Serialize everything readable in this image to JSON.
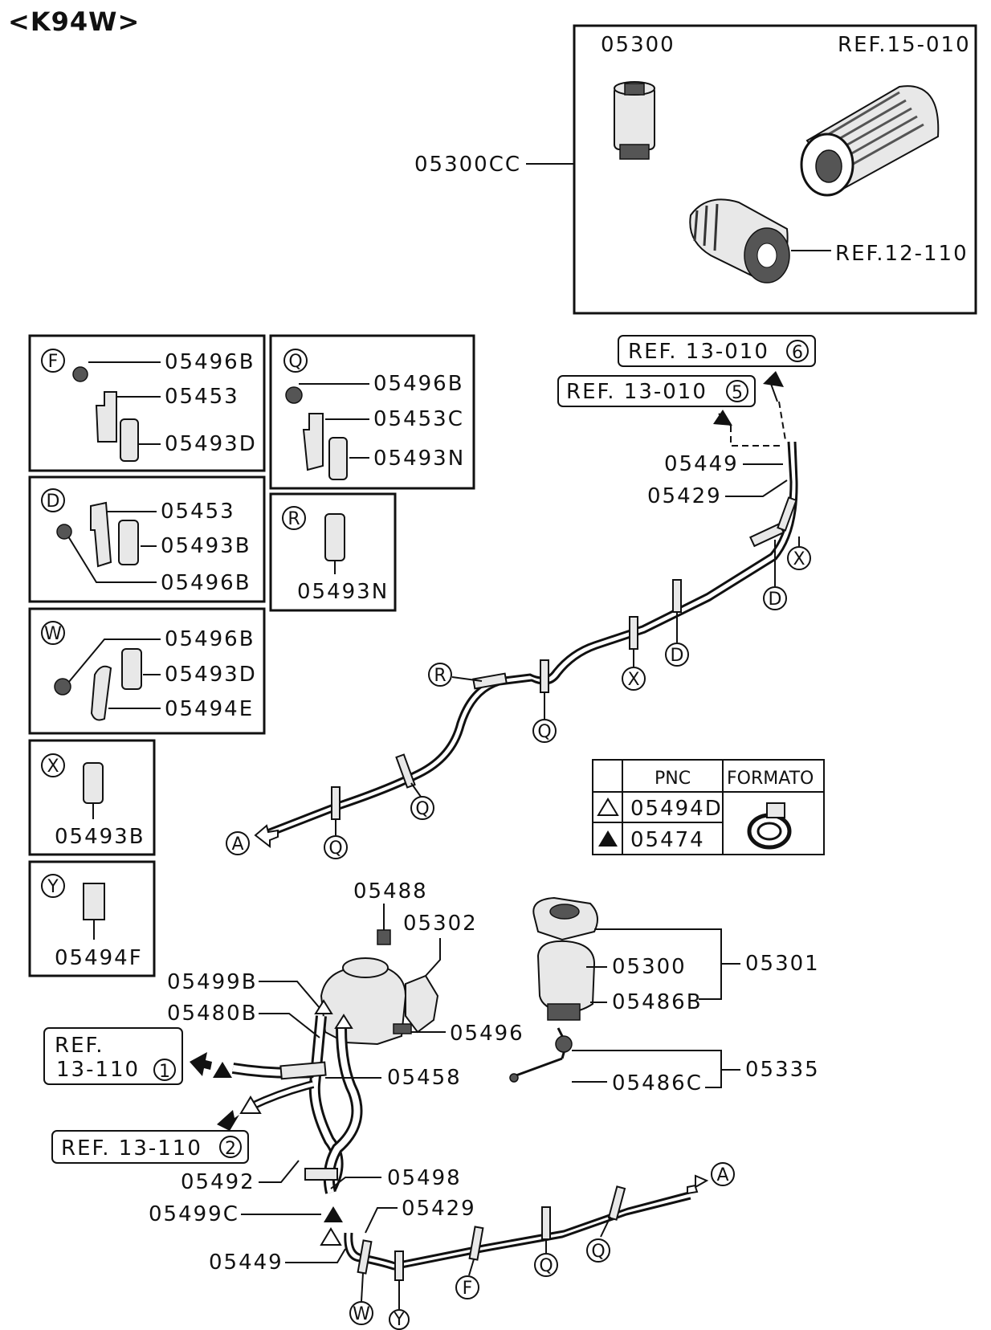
{
  "header": {
    "model": "<K94W>"
  },
  "top_group": {
    "main_label": "05300CC",
    "items": [
      "05300",
      "REF.15-010",
      "REF.12-110"
    ]
  },
  "detail_boxes": {
    "F": {
      "letter": "F",
      "parts": [
        "05496B",
        "05453",
        "05493D"
      ]
    },
    "Q": {
      "letter": "Q",
      "parts": [
        "05496B",
        "05453C",
        "05493N"
      ]
    },
    "D": {
      "letter": "D",
      "parts": [
        "05453",
        "05493B",
        "05496B"
      ]
    },
    "R": {
      "letter": "R",
      "parts": [
        "05493N"
      ]
    },
    "W": {
      "letter": "W",
      "parts": [
        "05496B",
        "05493D",
        "05494E"
      ]
    },
    "X": {
      "letter": "X",
      "parts": [
        "05493B"
      ]
    },
    "Y": {
      "letter": "Y",
      "parts": [
        "05494F"
      ]
    }
  },
  "refs": {
    "ref6": {
      "text": "REF. 13-010",
      "num": "6"
    },
    "ref5": {
      "text": "REF. 13-010",
      "num": "5"
    },
    "ref1a": {
      "text": "REF.",
      "text2": "13-110",
      "num": "1"
    },
    "ref2": {
      "text": "REF. 13-110",
      "num": "2"
    }
  },
  "upper_line": {
    "labels": [
      "05449",
      "05429"
    ],
    "clip_letters": [
      "X",
      "D",
      "D",
      "X",
      "Q",
      "R",
      "Q",
      "Q",
      "A"
    ]
  },
  "pnc_table": {
    "headers": [
      "PNC",
      "FORMATO"
    ],
    "rows": [
      {
        "symbol": "outline-triangle",
        "pnc": "05494D"
      },
      {
        "symbol": "filled-triangle",
        "pnc": "05474"
      }
    ]
  },
  "lower_assembly": {
    "labels": [
      "05488",
      "05302",
      "05499B",
      "05480B",
      "05496",
      "05458",
      "05492",
      "05498",
      "05499C",
      "05429",
      "05449"
    ],
    "clip_letters": [
      "A",
      "Q",
      "Q",
      "F",
      "W",
      "Y"
    ]
  },
  "right_assembly": {
    "labels": [
      "05300",
      "05486B",
      "05301",
      "05335",
      "05486C"
    ]
  }
}
